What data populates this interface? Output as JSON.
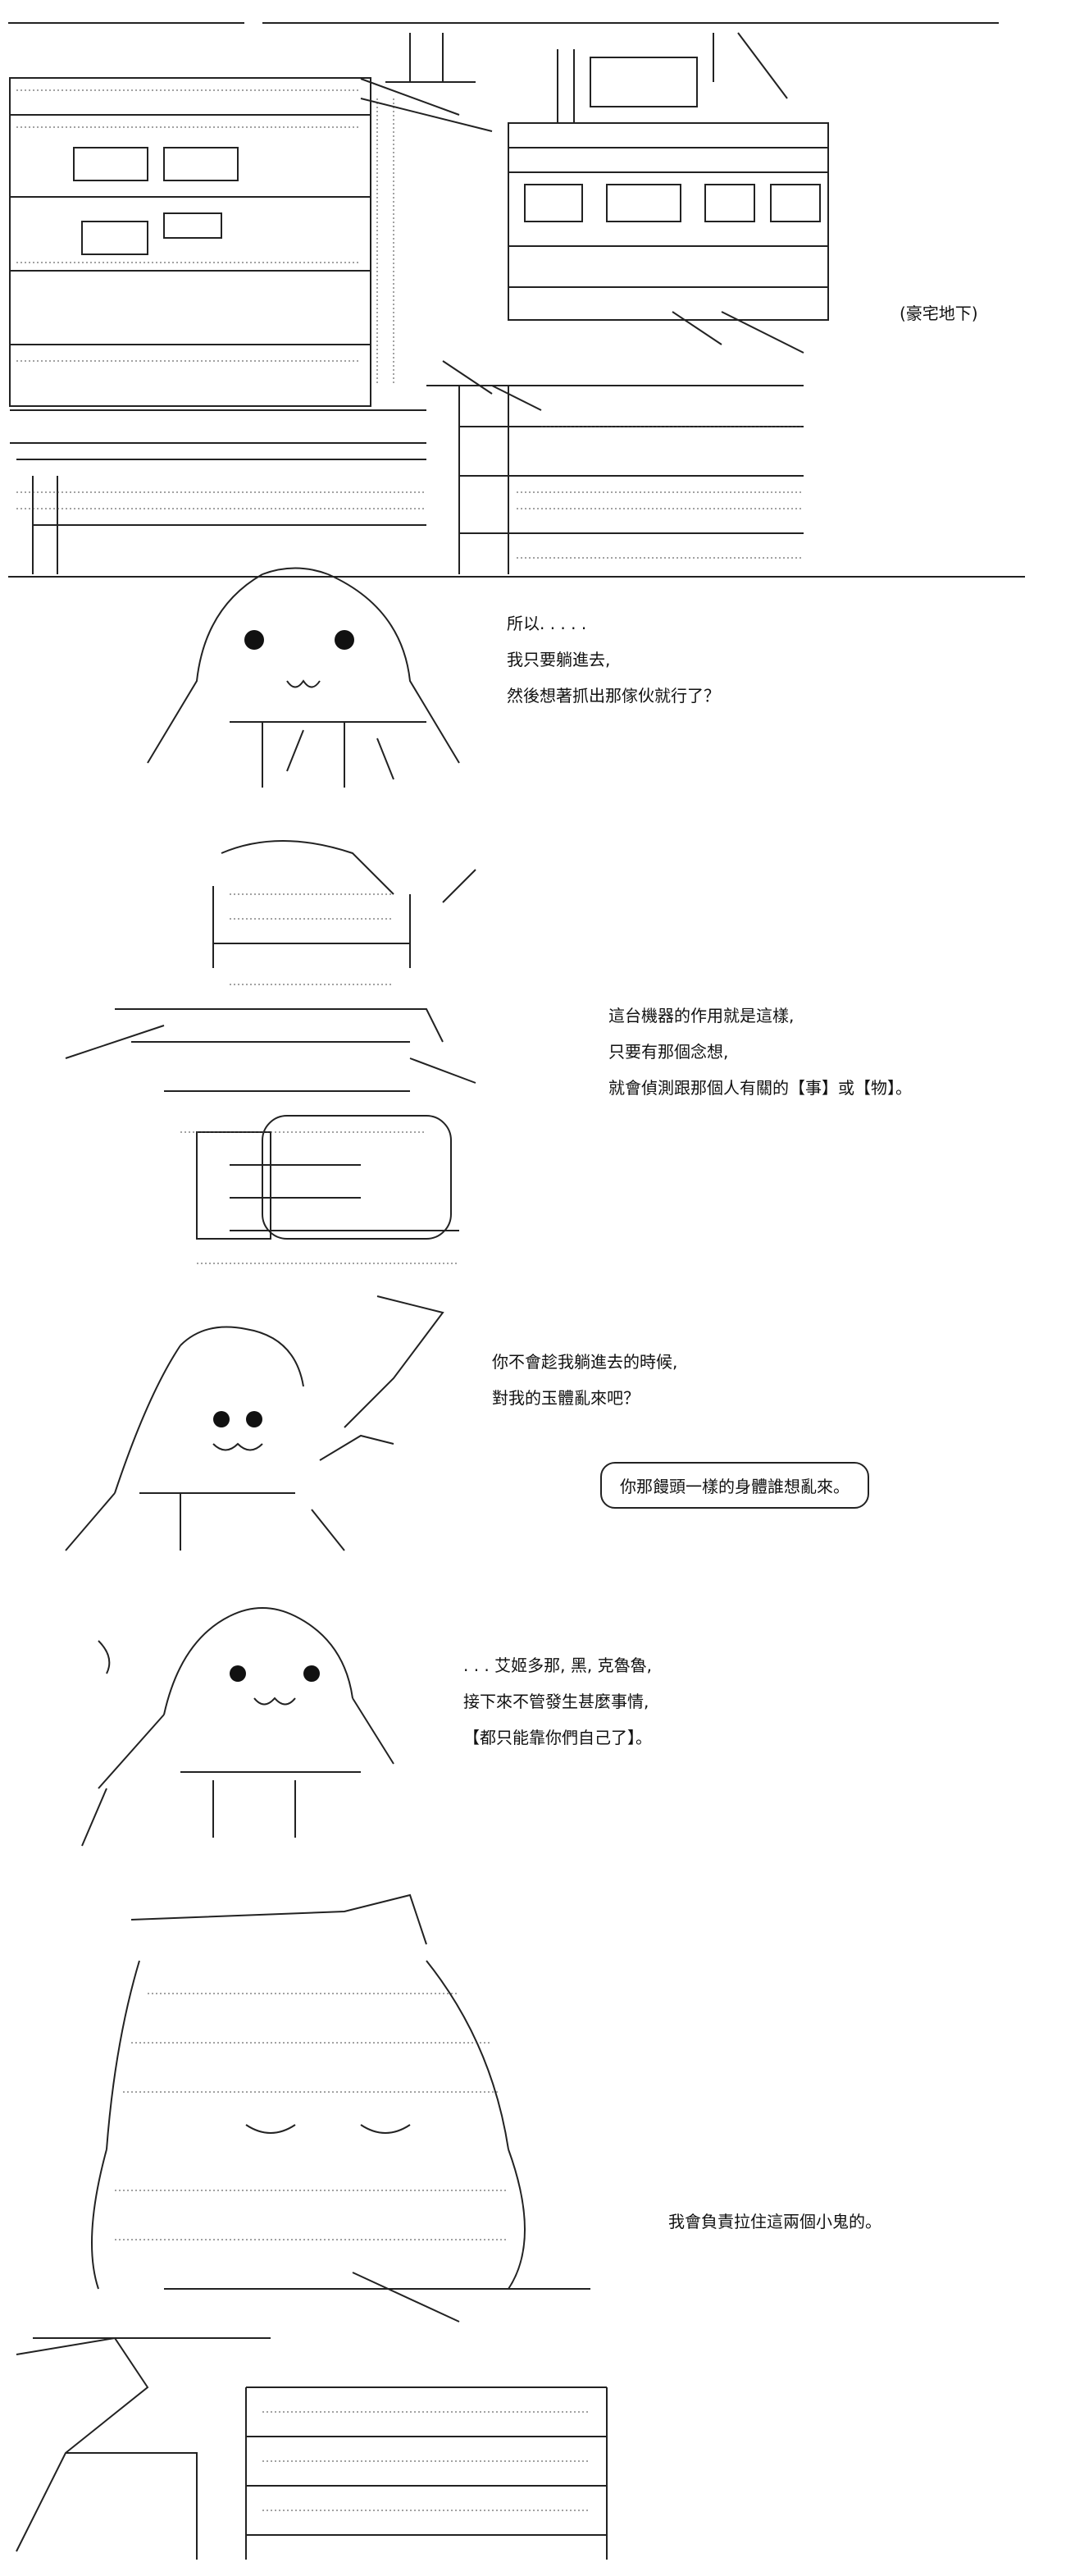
{
  "panel1": {
    "caption": "(豪宅地下)"
  },
  "panel2": {
    "lines": [
      "所以. . . . .",
      "我只要躺進去,",
      "然後想著抓出那傢伙就行了？"
    ]
  },
  "panel3": {
    "lines": [
      "這台機器的作用就是這樣,",
      "只要有那個念想,",
      "就會偵測跟那個人有關的【事】或【物】。"
    ]
  },
  "panel4": {
    "lines": [
      "你不會趁我躺進去的時候,",
      "對我的玉體亂來吧？"
    ],
    "bubble": "你那饅頭一樣的身體誰想亂來。"
  },
  "panel5": {
    "lines": [
      ". . . 艾姬多那, 黑, 克魯魯,",
      "接下來不管發生甚麼事情,",
      "【都只能靠你們自己了】。"
    ]
  },
  "panel6": {
    "lines": [
      "我會負責拉住這兩個小鬼的。"
    ]
  },
  "colors": {
    "ink": "#111111",
    "background": "#ffffff"
  }
}
